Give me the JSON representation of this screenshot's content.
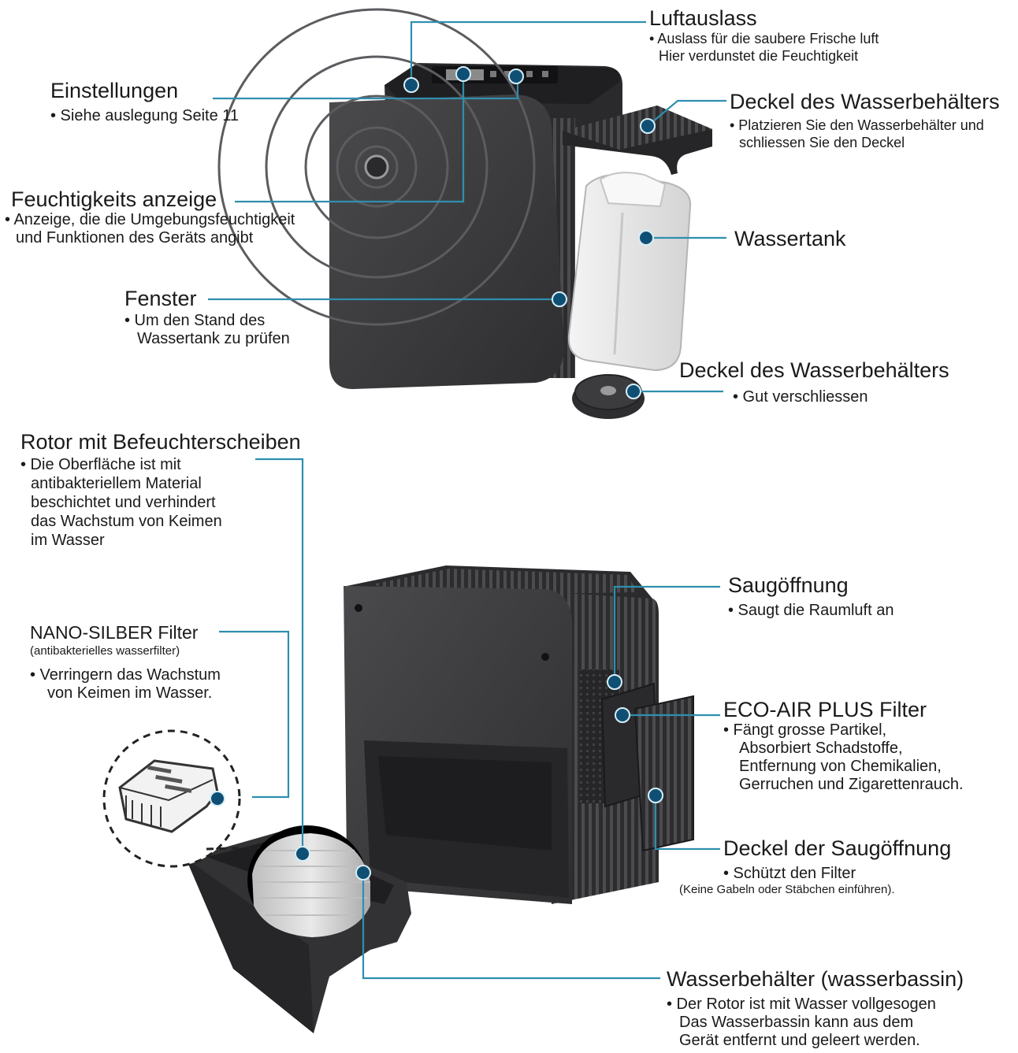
{
  "callouts": {
    "luftauslass": {
      "title": "Luftauslass",
      "desc": [
        "• Auslass für die saubere Frische luft",
        "Hier verdunstet die Feuchtigkeit"
      ]
    },
    "einstellungen": {
      "title": "Einstellungen",
      "desc": [
        "• Siehe auslegung Seite 11"
      ]
    },
    "deckel_behaelter_top": {
      "title": "Deckel des Wasserbehälters",
      "desc": [
        "• Platzieren Sie den Wasserbehälter und",
        "schliessen Sie den Deckel"
      ]
    },
    "feuchtigkeit": {
      "title": "Feuchtigkeits anzeige",
      "desc": [
        "• Anzeige, die die Umgebungsfeuchtigkeit",
        "und Funktionen des Geräts angibt"
      ]
    },
    "wassertank": {
      "title": "Wassertank"
    },
    "fenster": {
      "title": "Fenster",
      "desc": [
        "• Um den Stand des",
        "Wassertank zu prüfen"
      ]
    },
    "deckel_behaelter_cap": {
      "title": "Deckel des Wasserbehälters",
      "desc": [
        "• Gut verschliessen"
      ]
    },
    "rotor": {
      "title": "Rotor mit Befeuchterscheiben",
      "desc": [
        "• Die Oberfläche ist mit",
        "antibakteriellem Material",
        "beschichtet und verhindert",
        "das Wachstum von Keimen",
        "im Wasser"
      ]
    },
    "nano": {
      "title": "NANO-SILBER Filter",
      "subtitle": "(antibakterielles wasserfilter)",
      "desc": [
        "•  Verringern das Wachstum",
        "von Keimen im Wasser."
      ]
    },
    "saugoeffnung": {
      "title": "Saugöffnung",
      "desc": [
        "•  Saugt die Raumluft an"
      ]
    },
    "ecoair": {
      "title": "ECO-AIR PLUS Filter",
      "desc": [
        "• Fängt grosse Partikel,",
        "Absorbiert Schadstoffe,",
        "Entfernung von Chemikalien,",
        "Gerruchen und Zigarettenrauch."
      ]
    },
    "deckel_saug": {
      "title": "Deckel der Saugöffnung",
      "desc": [
        "•  Schützt den Filter"
      ],
      "note": "(Keine Gabeln oder Stäbchen einführen)."
    },
    "wasserbehaelter": {
      "title": "Wasserbehälter (wasserbassin)",
      "desc": [
        "• Der Rotor ist mit Wasser vollgesogen",
        "Das Wasserbassin kann aus dem",
        "Gerät entfernt und geleert werden."
      ]
    }
  },
  "colors": {
    "leader": "#2f8fae",
    "dot": "#0f4f74",
    "device": "#3a3a3c",
    "device_dark": "#242426",
    "tank": "#e8e8e8"
  }
}
